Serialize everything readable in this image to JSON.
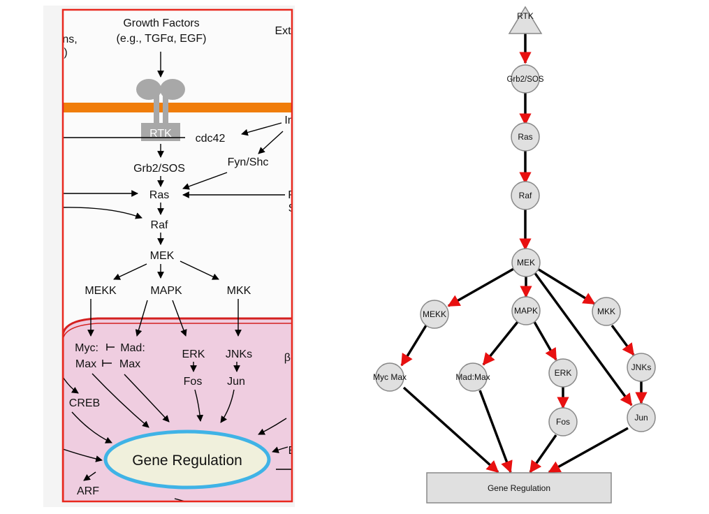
{
  "left_panel": {
    "top_labels": {
      "growth_factors_line1": "Growth Factors",
      "growth_factors_line2": "(e.g., TGFα, EGF)",
      "clipped_left_1": "ns,",
      "clipped_left_2": ")",
      "clipped_right": "Ext"
    },
    "receptor": "RTK",
    "nodes": {
      "cdc42": "cdc42",
      "in_clipped": "In",
      "fyn_shc": "Fyn/Shc",
      "grb2_sos": "Grb2/SOS",
      "ras": "Ras",
      "r_clipped": "R",
      "s_clipped": "S",
      "raf": "Raf",
      "mek": "MEK",
      "mekk": "MEKK",
      "mapk": "MAPK",
      "mkk": "MKK",
      "myc": "Myc:",
      "mad": "Mad:",
      "max_left": "Max",
      "max_right": "Max",
      "erk": "ERK",
      "jnks": "JNKs",
      "beta_clipped": "β-",
      "fos": "Fos",
      "jun": "Jun",
      "creb": "CREB",
      "gene_regulation": "Gene Regulation",
      "e_clipped": "E",
      "arf": "ARF"
    },
    "colors": {
      "border": "#e8281e",
      "membrane": "#f07d0a",
      "nucleus_fill": "#efcde0",
      "nucleus_border": "#d42020",
      "ellipse_fill": "#f0f0dc",
      "ellipse_border": "#3fb3e6",
      "receptor": "#a8a8a8"
    }
  },
  "right_panel": {
    "nodes": {
      "rtk": "RTK",
      "grb2_sos": "Grb2/SOS",
      "ras": "Ras",
      "raf": "Raf",
      "mek": "MEK",
      "mekk": "MEKK",
      "mapk": "MAPK",
      "mkk": "MKK",
      "myc_max": "Myc Max",
      "mad_max": "Mad:Max",
      "erk": "ERK",
      "jnks": "JNKs",
      "fos": "Fos",
      "jun": "Jun",
      "gene_regulation": "Gene Regulation"
    },
    "colors": {
      "node_fill": "#e0e0e0",
      "node_stroke": "#888888",
      "edge": "#000000",
      "arrowhead": "#e81010"
    }
  }
}
